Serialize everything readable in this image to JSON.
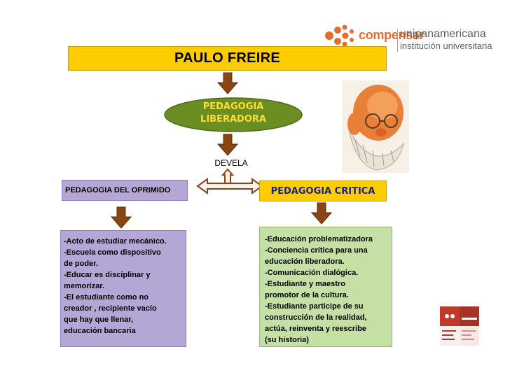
{
  "logos": {
    "compensar": "compensar",
    "unipanamericana": "unipanamericana",
    "institucion": "institución universitaria"
  },
  "title": "PAULO FREIRE",
  "center_node": {
    "line1": "PEDAGOGIA",
    "line2": "LIBERADORA"
  },
  "connector_label": "DEVELA",
  "left": {
    "heading": "PEDAGOGIA DEL OPRIMIDO",
    "lines": [
      "-Acto de estudiar mecánico.",
      "-Escuela como dispositivo",
      "de poder.",
      "-Educar es disciplinar y",
      "memorizar.",
      "-El estudiante como no",
      "creador , recipiente vacío",
      "que hay que llenar,",
      "educación bancaria"
    ]
  },
  "right": {
    "heading": "PEDAGOGIA  CRITICA",
    "lines": [
      "-Educación problematizadora",
      "-Conciencia crítica para una",
      "educación liberadora.",
      "-Comunicación dialógica.",
      "-Estudiante y maestro",
      "promotor de la cultura.",
      "-Estudiante participe de su",
      "construcción de la realidad,",
      "actúa, reinventa y reescribe",
      "(su historia)"
    ]
  },
  "colors": {
    "yellow": "#ffcc00",
    "olive": "#6b8e23",
    "lavender": "#b4a7d6",
    "green_box": "#c5e0a5",
    "arrow_brown": "#8b4513",
    "brand_orange": "#e46c2d"
  }
}
